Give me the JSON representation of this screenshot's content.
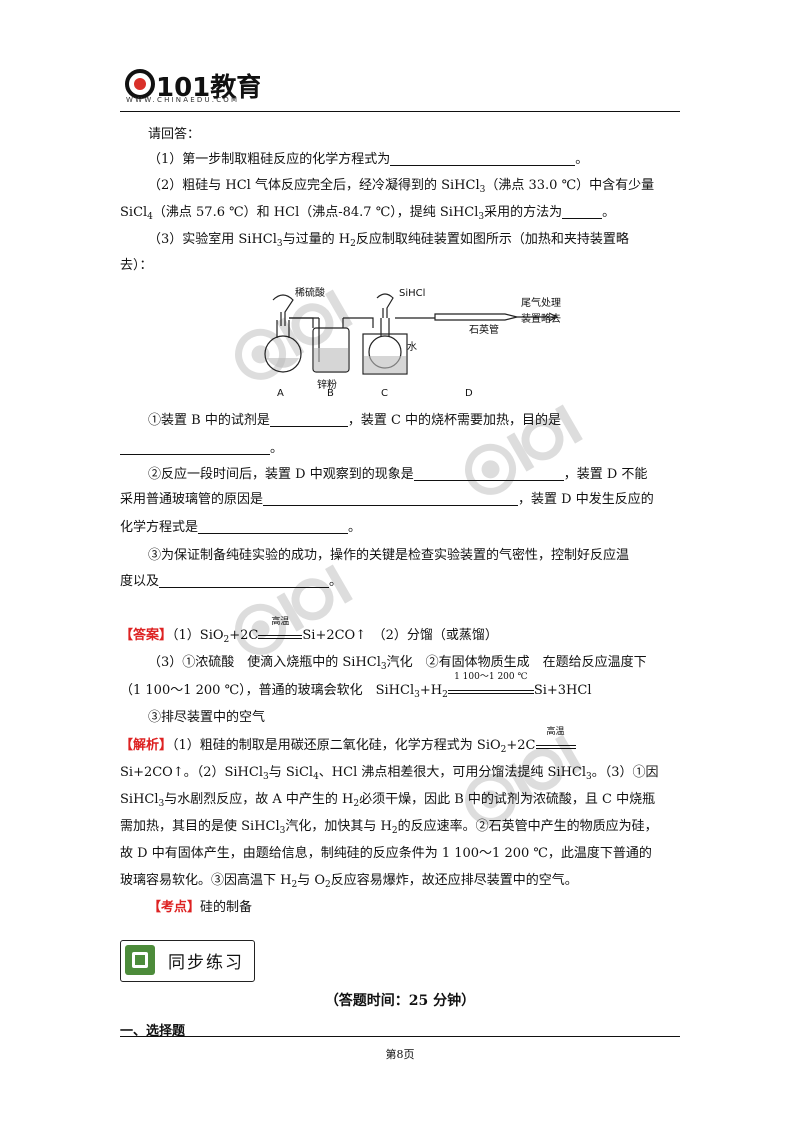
{
  "header": {
    "logo_text": "101教育",
    "logo_url": "WWW.CHINAEDU.COM"
  },
  "q": {
    "intro": "请回答：",
    "q1": "（1）第一步制取粗硅反应的化学方程式为",
    "q2a": "（2）粗硅与 HCl 气体反应完全后，经冷凝得到的 SiHCl",
    "q2a_tail": "（沸点 33.0 ℃）中含有少量",
    "q2b_head": "SiCl",
    "q2b_mid": "（沸点 57.6 ℃）和 HCl（沸点-84.7 ℃），提纯 SiHCl",
    "q2b_tail": "采用的方法为",
    "q3a_head": "（3）实验室用 SiHCl",
    "q3a_mid": "与过量的 H",
    "q3a_tail": "反应制取纯硅装置如图所示（加热和夹持装置略",
    "q3b": "去）：",
    "s1a_head": "①装置 B 中的试剂是",
    "s1a_tail": "，装置 C 中的烧杯需要加热，目的是",
    "s2a_head": "②反应一段时间后，装置 D 中观察到的现象是",
    "s2a_tail": "，装置 D 不能",
    "s2b_head": "采用普通玻璃管的原因是",
    "s2b_tail": "，装置 D 中发生反应的",
    "s2c": "化学方程式是",
    "s3a": "③为保证制备纯硅实验的成功，操作的关键是检查实验装置的气密性，控制好反应温",
    "s3b": "度以及"
  },
  "diagram": {
    "labels": {
      "acid": "稀硫酸",
      "zinc": "锌粉",
      "sihcl3": "SiHCl",
      "water": "水",
      "quartz": "石英管",
      "tail1": "尾气处理",
      "tail2": "装置略去",
      "A": "A",
      "B": "B",
      "C": "C",
      "D": "D"
    }
  },
  "answer": {
    "tag": "【答案】",
    "a1": "（1）SiO",
    "a1b": "+2C",
    "a1cond": "高温",
    "a1c": "Si+2CO↑　（2）分馏（或蒸馏）",
    "a3a": "（3）①浓硫酸　使滴入烧瓶中的 SiHCl",
    "a3a_tail": "汽化　②有固体物质生成　在题给反应温度下",
    "a3b": "（1 100～1 200 ℃），普通的玻璃会软化　SiHCl",
    "a3b_mid": "+H",
    "a3b_cond": "1 100～1 200 ℃",
    "a3b_tail": "Si+3HCl",
    "a3c": "③排尽装置中的空气"
  },
  "analysis": {
    "tag": "【解析】",
    "l1": "（1）粗硅的制取是用碳还原二氧化硅，化学方程式为 SiO",
    "l1b": "+2C",
    "l1cond": "高温",
    "l2a": "Si+2CO↑。（2）SiHCl",
    "l2b": "与 SiCl",
    "l2c": "、HCl 沸点相差很大，可用分馏法提纯 SiHCl",
    "l2d": "。（3）①因",
    "l3a": "SiHCl",
    "l3b": "与水剧烈反应，故 A 中产生的 H",
    "l3c": "必须干燥，因此 B 中的试剂为浓硫酸，且 C 中烧瓶",
    "l4a": "需加热，其目的是使 SiHCl",
    "l4b": "汽化，加快其与 H",
    "l4c": "的反应速率。②石英管中产生的物质应为硅，",
    "l5": "故 D 中有固体产生，由题给信息，制纯硅的反应条件为 1 100～1 200 ℃，此温度下普通的",
    "l6a": "玻璃容易软化。③因高温下 H",
    "l6b": "与 O",
    "l6c": "反应容易爆炸，故还应排尽装置中的空气。"
  },
  "kaodian": {
    "tag": "【考点】",
    "text": "硅的制备"
  },
  "section": {
    "title": "同步练习",
    "time": "（答题时间：25 分钟）",
    "part": "一、选择题"
  },
  "sub": {
    "two": "2",
    "three": "3",
    "four": "4"
  },
  "footer": {
    "page": "第8页"
  }
}
